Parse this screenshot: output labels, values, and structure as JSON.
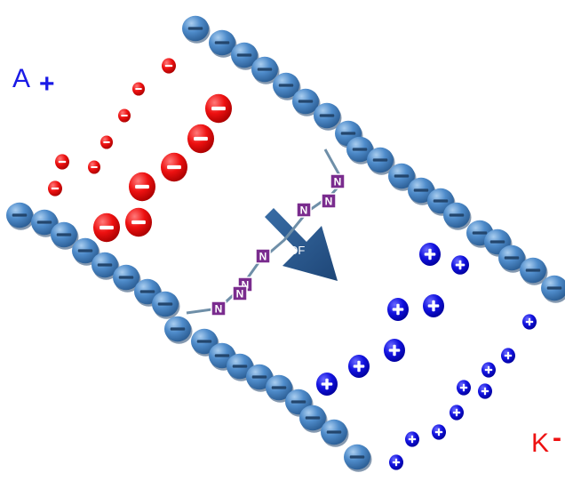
{
  "anode": {
    "label": "A",
    "sign": "+"
  },
  "cathode": {
    "label": "K",
    "sign": "-"
  },
  "flow": {
    "label": "EOF"
  },
  "molecule": {
    "letter": "N"
  },
  "colors": {
    "wall_charge": "#4a86c5",
    "wall_charge_dark": "#2c5f95",
    "negative_ion": "#ee1111",
    "positive_ion": "#0d0de0",
    "anode_text": "#1a1ae6",
    "cathode_text": "#ee1111",
    "arrow": "#2b5a8e",
    "molecule": "#7a2c8e",
    "chain": "#6f8fa8"
  }
}
